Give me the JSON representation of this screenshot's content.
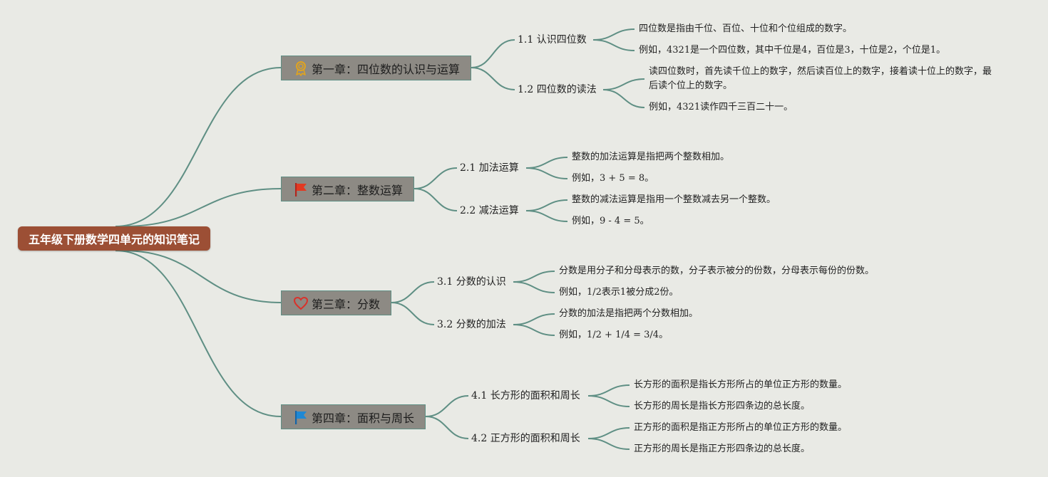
{
  "root": {
    "title": "五年级下册数学四单元的知识笔记"
  },
  "colors": {
    "root": "#9c4f35",
    "chapter_bg": "#8d8a84",
    "line": "#5f8f84",
    "background": "#e9eae5"
  },
  "chapters": [
    {
      "title": "第一章：四位数的认识与运算",
      "icon": "award-ribbon-icon",
      "subs": [
        {
          "title": "1.1 认识四位数",
          "notes": [
            "四位数是指由千位、百位、十位和个位组成的数字。",
            "例如，4321是一个四位数，其中千位是4，百位是3，十位是2，个位是1。"
          ]
        },
        {
          "title": "1.2 四位数的读法",
          "notes": [
            "读四位数时，首先读千位上的数字，然后读百位上的数字，接着读十位上的数字，最后读个位上的数字。",
            "例如，4321读作四千三百二十一。"
          ]
        }
      ]
    },
    {
      "title": "第二章：整数运算",
      "icon": "red-flag-icon",
      "subs": [
        {
          "title": "2.1 加法运算",
          "notes": [
            "整数的加法运算是指把两个整数相加。",
            "例如，3 + 5 = 8。"
          ]
        },
        {
          "title": "2.2 减法运算",
          "notes": [
            "整数的减法运算是指用一个整数减去另一个整数。",
            "例如，9 - 4 = 5。"
          ]
        }
      ]
    },
    {
      "title": "第三章：分数",
      "icon": "heart-icon",
      "subs": [
        {
          "title": "3.1 分数的认识",
          "notes": [
            "分数是用分子和分母表示的数，分子表示被分的份数，分母表示每份的份数。",
            "例如，1/2表示1被分成2份。"
          ]
        },
        {
          "title": "3.2 分数的加法",
          "notes": [
            "分数的加法是指把两个分数相加。",
            "例如，1/2 + 1/4 = 3/4。"
          ]
        }
      ]
    },
    {
      "title": "第四章：面积与周长",
      "icon": "blue-flag-icon",
      "subs": [
        {
          "title": "4.1 长方形的面积和周长",
          "notes": [
            "长方形的面积是指长方形所占的单位正方形的数量。",
            "长方形的周长是指长方形四条边的总长度。"
          ]
        },
        {
          "title": "4.2 正方形的面积和周长",
          "notes": [
            "正方形的面积是指正方形所占的单位正方形的数量。",
            "正方形的周长是指正方形四条边的总长度。"
          ]
        }
      ]
    }
  ]
}
